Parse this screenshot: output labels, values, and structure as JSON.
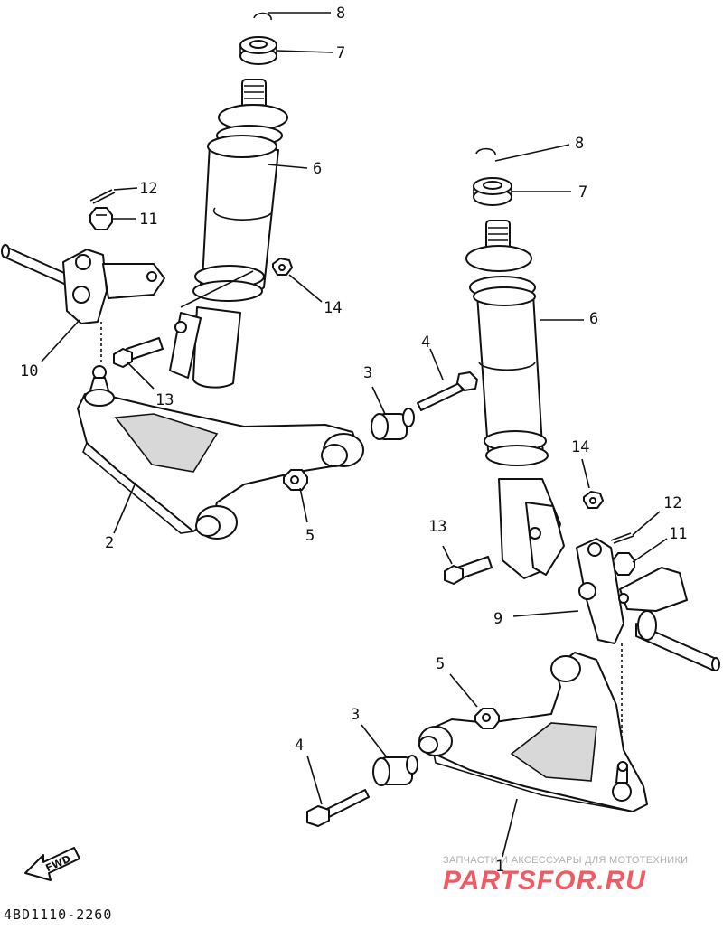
{
  "diagram": {
    "drawing_code": "4BD1110-2260",
    "direction_label": "FWD",
    "watermark": {
      "subtitle": "ЗАПЧАСТИ И АКСЕССУАРЫ ДЛЯ МОТОТЕХНИКИ",
      "logo_text": "PARTSFOR.RU"
    },
    "callouts": [
      {
        "id": "c8a",
        "label": "8"
      },
      {
        "id": "c7a",
        "label": "7"
      },
      {
        "id": "c6a",
        "label": "6"
      },
      {
        "id": "c12a",
        "label": "12"
      },
      {
        "id": "c11a",
        "label": "11"
      },
      {
        "id": "c14a",
        "label": "14"
      },
      {
        "id": "c10",
        "label": "10"
      },
      {
        "id": "c13a",
        "label": "13"
      },
      {
        "id": "c2",
        "label": "2"
      },
      {
        "id": "c5a",
        "label": "5"
      },
      {
        "id": "c3a",
        "label": "3"
      },
      {
        "id": "c4a",
        "label": "4"
      },
      {
        "id": "c8b",
        "label": "8"
      },
      {
        "id": "c7b",
        "label": "7"
      },
      {
        "id": "c6b",
        "label": "6"
      },
      {
        "id": "c14b",
        "label": "14"
      },
      {
        "id": "c12b",
        "label": "12"
      },
      {
        "id": "c11b",
        "label": "11"
      },
      {
        "id": "c13b",
        "label": "13"
      },
      {
        "id": "c9",
        "label": "9"
      },
      {
        "id": "c5b",
        "label": "5"
      },
      {
        "id": "c3b",
        "label": "3"
      },
      {
        "id": "c4b",
        "label": "4"
      },
      {
        "id": "c1",
        "label": "1"
      }
    ]
  }
}
